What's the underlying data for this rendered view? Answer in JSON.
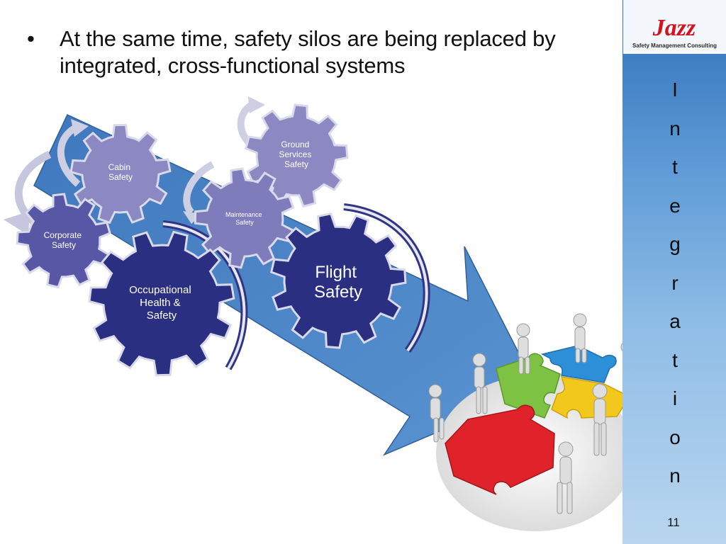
{
  "bullet": {
    "marker": "•",
    "text": "At the same time, safety silos are being replaced by integrated, cross-functional systems"
  },
  "logo": {
    "brand": "Jazz",
    "tagline": "Safety Management Consulting"
  },
  "sidebar": {
    "vertical_letters": [
      "I",
      "n",
      "t",
      "e",
      "g",
      "r",
      "a",
      "t",
      "i",
      "o",
      "n"
    ],
    "page_number": "11"
  },
  "gears": [
    {
      "id": "cabin",
      "lines": [
        "Cabin",
        "Safety"
      ]
    },
    {
      "id": "corporate",
      "lines": [
        "Corporate",
        "Safety"
      ]
    },
    {
      "id": "ground",
      "lines": [
        "Ground",
        "Services",
        "Safety"
      ]
    },
    {
      "id": "maintenance",
      "lines": [
        "Maintenance",
        "Safety"
      ]
    },
    {
      "id": "occupational",
      "lines": [
        "Occupational",
        "Health &",
        "Safety"
      ]
    },
    {
      "id": "flight",
      "lines": [
        "Flight",
        "Safety"
      ]
    }
  ],
  "colors": {
    "arrow": "#4a82c3",
    "gear_light": "#8c89c2",
    "gear_mid": "#5757a6",
    "gear_dark": "#2a2f82",
    "puzzle_red": "#e0232b",
    "puzzle_green": "#7dc242",
    "puzzle_blue": "#2d8fd8",
    "puzzle_yellow": "#f2c81c",
    "logo_red": "#d3121f"
  }
}
